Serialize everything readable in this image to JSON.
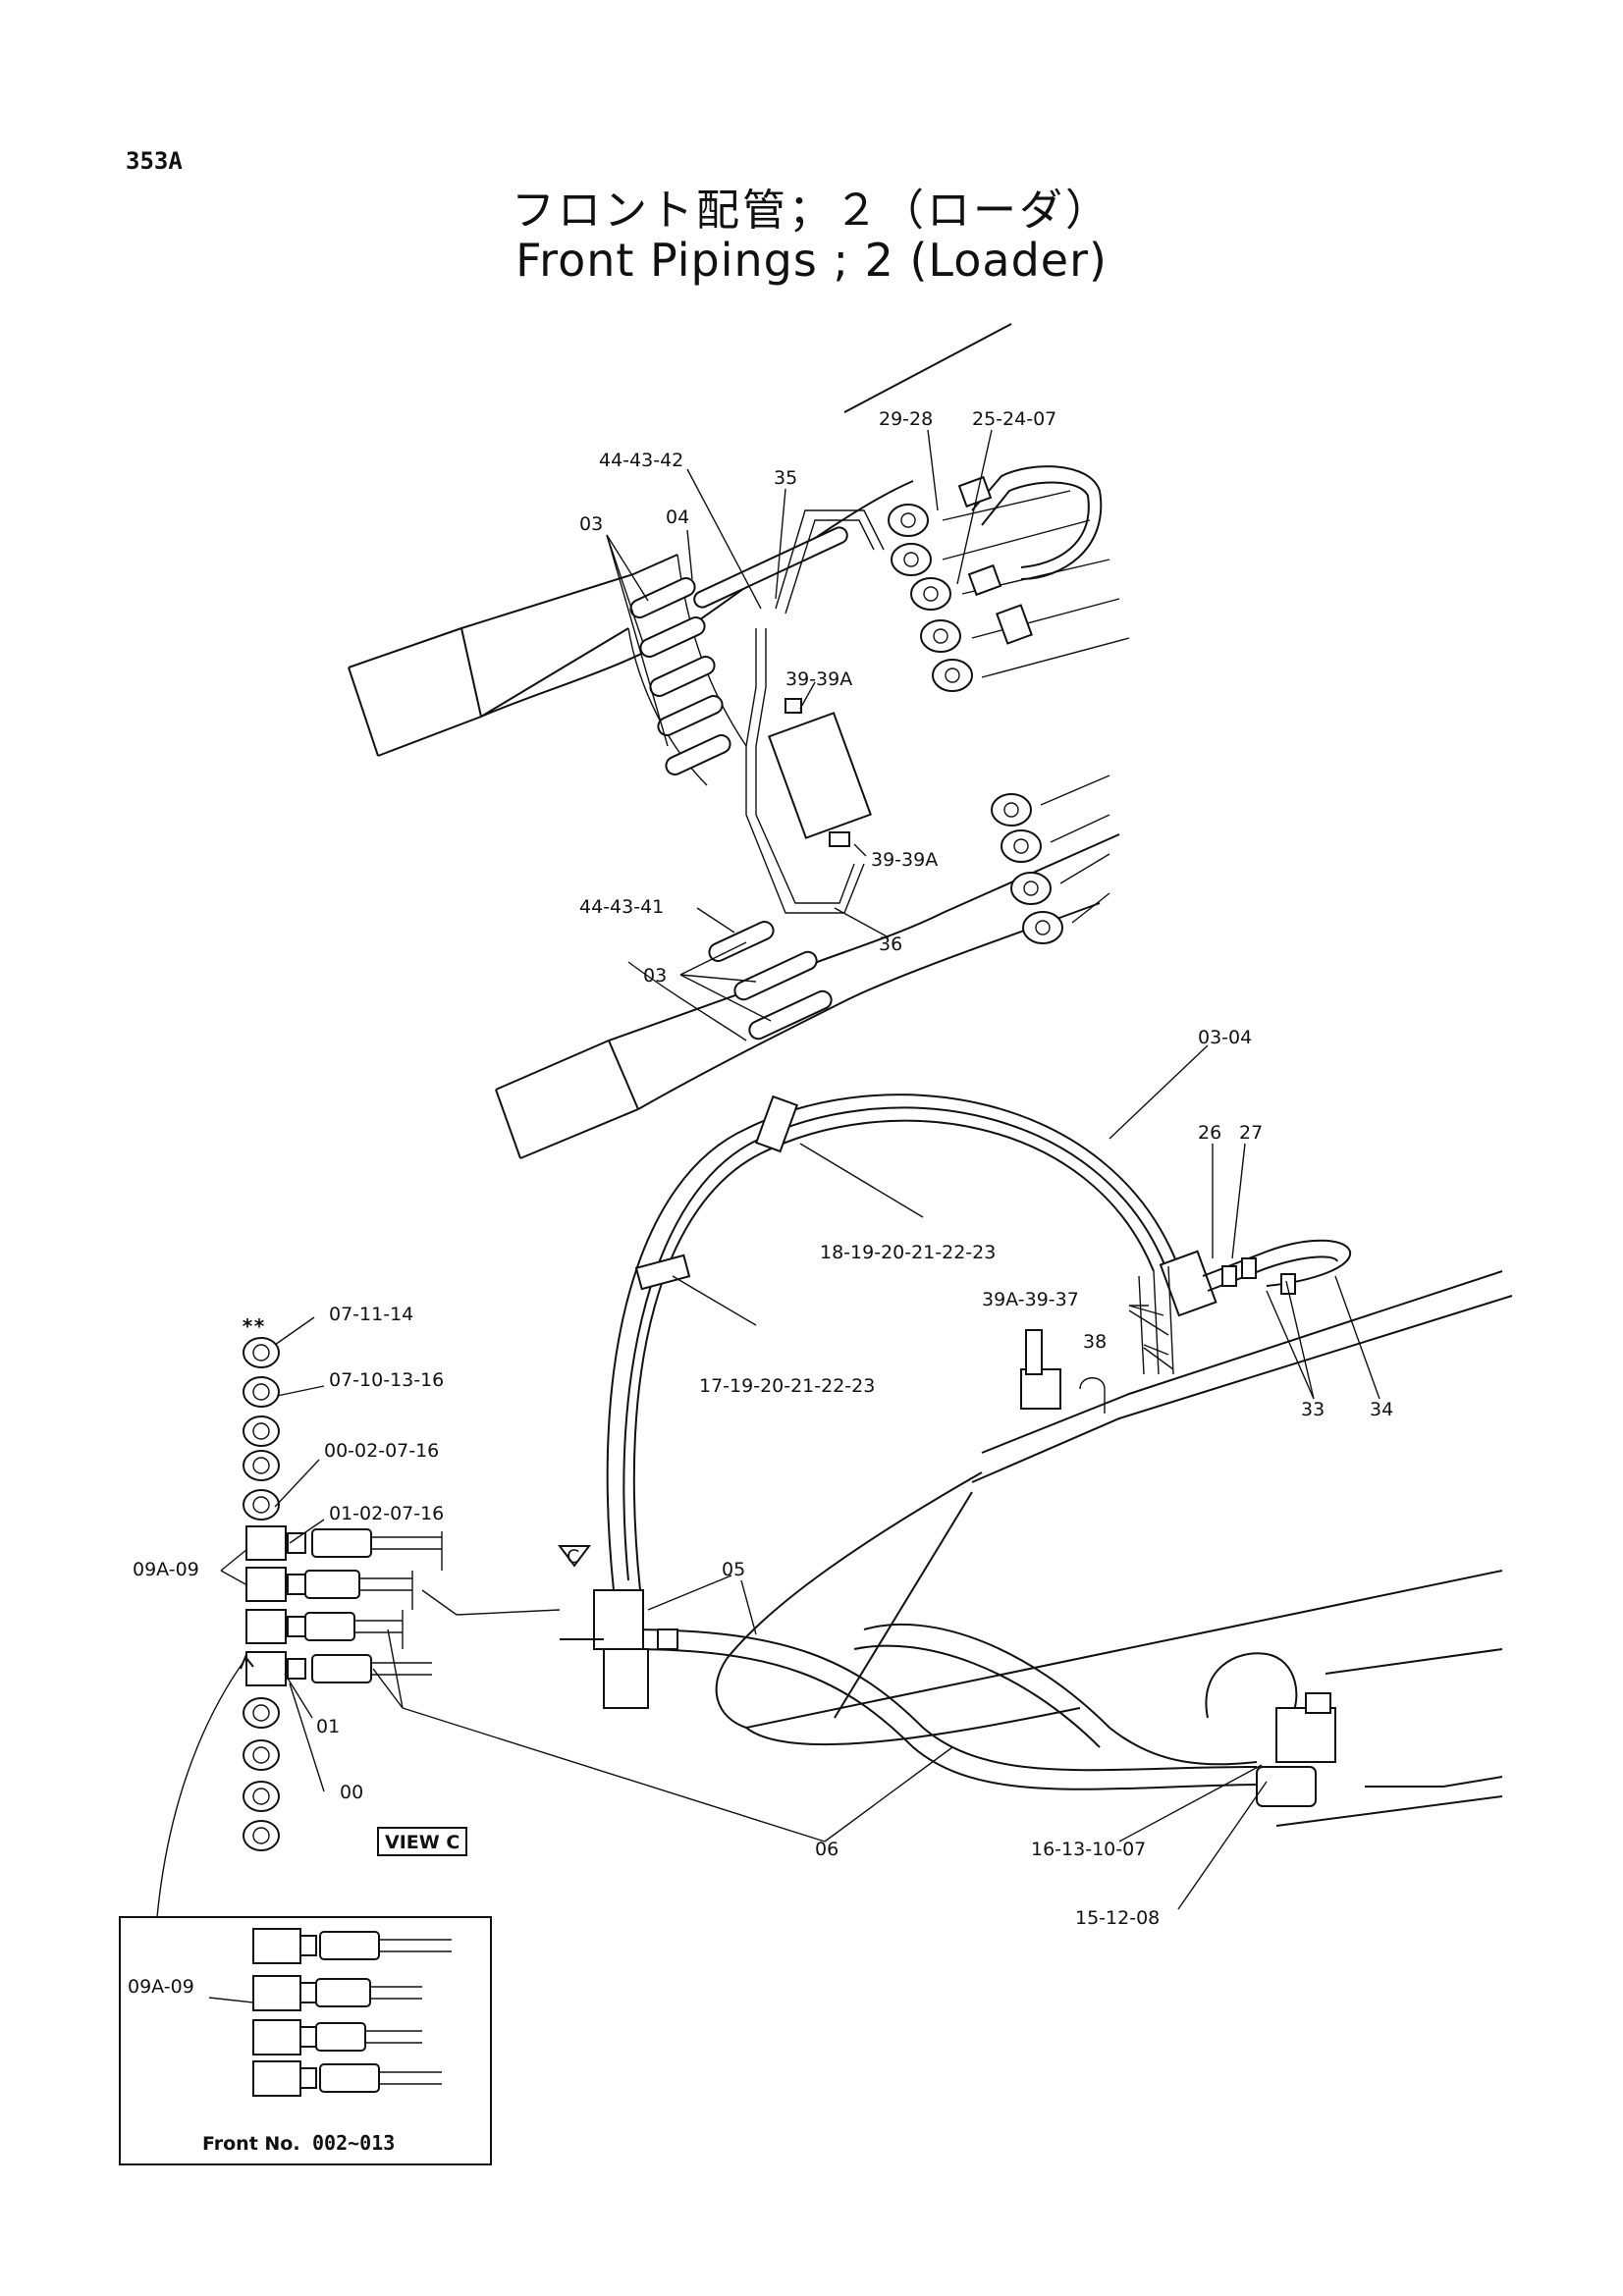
{
  "page_number": "353A",
  "title": {
    "japanese": "フロント配管；２（ローダ）",
    "english": "Front Pipings ; 2 (Loader)"
  },
  "callouts": {
    "top": {
      "c29_28": "29-28",
      "c25_24_07": "25-24-07",
      "c44_43_42": "44-43-42",
      "c35": "35",
      "c03_a": "03",
      "c04": "04",
      "c39_39A_a": "39-39A",
      "c39_39A_b": "39-39A",
      "c44_43_41": "44-43-41",
      "c36": "36",
      "c03_b": "03"
    },
    "middle": {
      "c03_04": "03-04",
      "c26": "26",
      "c27": "27",
      "c18_23": "18-19-20-21-22-23",
      "c39A_39_37": "39A-39-37",
      "c38": "38",
      "c33": "33",
      "c34": "34",
      "c17_23": "17-19-20-21-22-23",
      "c05": "05",
      "c06": "06",
      "c16_13_10_07": "16-13-10-07",
      "c15_12_08": "15-12-08"
    },
    "view_c": {
      "c07_11_14": "07-11-14",
      "c07_10_13_16": "07-10-13-16",
      "c00_02_07_16": "00-02-07-16",
      "c01_02_07_16": "01-02-07-16",
      "c09A_09": "09A-09",
      "c01": "01",
      "c00": "00",
      "marker": "**"
    },
    "view_c_label": "VIEW C",
    "view_c_marker": "C",
    "inset": {
      "c09A_09": "09A-09",
      "front_no": "Front No.",
      "front_range": "002~013"
    }
  }
}
